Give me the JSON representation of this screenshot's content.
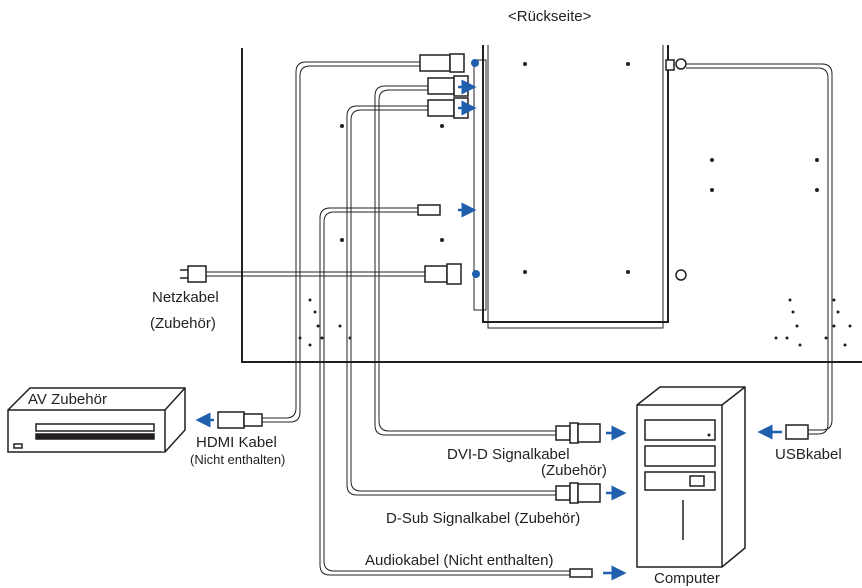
{
  "title": "<Rückseite>",
  "labels": {
    "power_cable": "Netzkabel",
    "power_cable_note": "(Zubehör)",
    "av_device": "AV Zubehör",
    "hdmi_cable": "HDMI  Kabel",
    "hdmi_note": "(Nicht enthalten)",
    "dvi_cable": "DVI-D Signalkabel",
    "dvi_note": "(Zubehör)",
    "dsub_cable": "D-Sub Signalkabel (Zubehör)",
    "audio_cable": "Audiokabel (Nicht enthalten)",
    "usb_cable": "USBkabel",
    "computer": "Computer"
  },
  "colors": {
    "line": "#231f20",
    "arrow": "#1f5fae",
    "cable_fill": "#ffffff"
  }
}
